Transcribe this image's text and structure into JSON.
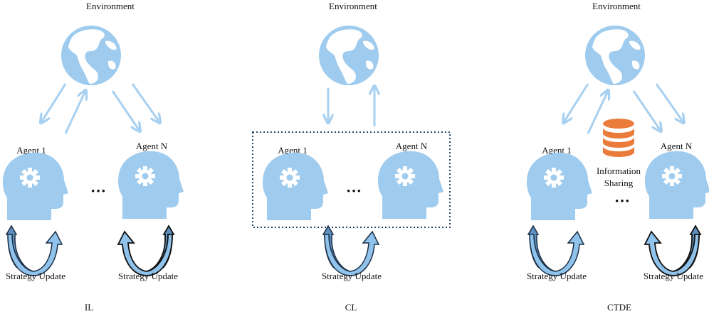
{
  "colors": {
    "light_blue": "#9ecbee",
    "arrow_blue": "#a7d0f1",
    "update_blue": "#5d8fbe",
    "update_light": "#8fc3ec",
    "update_outline": "#1c2e44",
    "database_orange": "#ea7b3a",
    "text": "#111111",
    "dotted_box": "#28486b"
  },
  "icons": [
    "globe-icon",
    "head-gear-icon",
    "database-icon",
    "cycle-arrow-icon",
    "ellipsis-icon"
  ],
  "panels": {
    "il": {
      "environment": "Environment",
      "agent_first": "Agent 1",
      "agent_last": "Agent N",
      "ellipsis": "···",
      "update_left": "Strategy Update",
      "update_right": "Strategy Update",
      "caption": "IL"
    },
    "cl": {
      "environment": "Environment",
      "agent_first": "Agent 1",
      "agent_last": "Agent N",
      "ellipsis": "···",
      "update": "Strategy Update",
      "caption": "CL"
    },
    "ctde": {
      "environment": "Environment",
      "agent_first": "Agent 1",
      "agent_last": "Agent N",
      "info_line1": "Information",
      "info_line2": "Sharing",
      "ellipsis": "···",
      "update_left": "Strategy Update",
      "update_right": "Strategy Update",
      "caption": "CTDE"
    }
  }
}
